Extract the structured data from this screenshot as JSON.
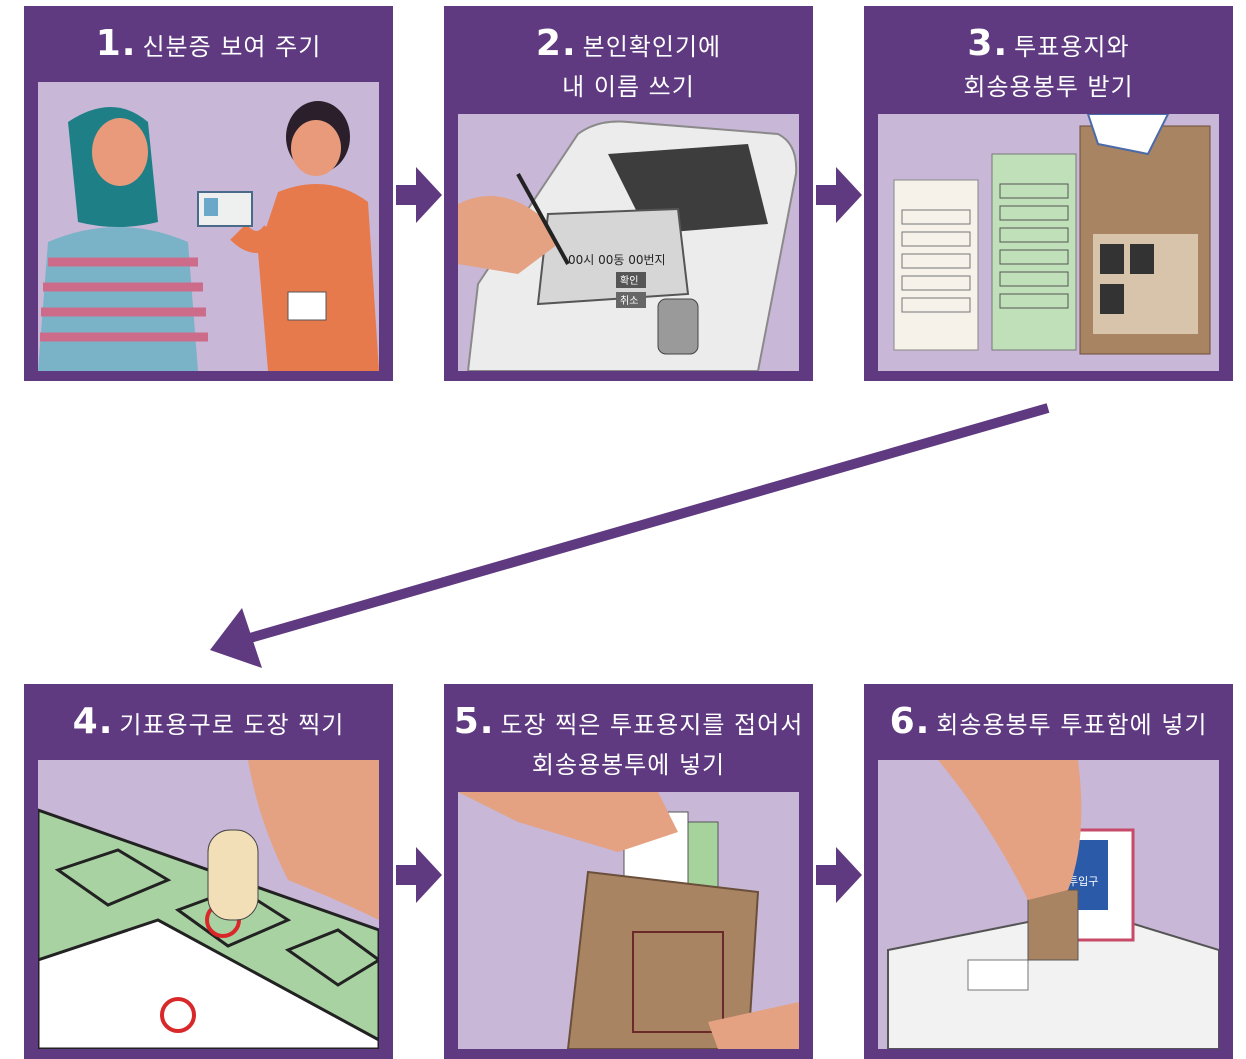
{
  "steps": [
    {
      "number": "1.",
      "lines": [
        "신분증 보여 주기"
      ]
    },
    {
      "number": "2.",
      "lines": [
        "본인확인기에",
        "내 이름 쓰기"
      ]
    },
    {
      "number": "3.",
      "lines": [
        "투표용지와",
        "회송용봉투 받기"
      ]
    },
    {
      "number": "4.",
      "lines": [
        "기표용구로 도장 찍기"
      ]
    },
    {
      "number": "5.",
      "lines": [
        "도장 찍은 투표용지를 접어서",
        "회송용봉투에 넣기"
      ]
    },
    {
      "number": "6.",
      "lines": [
        "회송용봉투 투표함에 넣기"
      ]
    }
  ],
  "illustrations": {
    "card2_screen": "00시 00동 00번지",
    "card2_confirm": "확인",
    "card2_cancel": "취소",
    "card6_slot": "투입구"
  },
  "colors": {
    "frame": "#5f3a80",
    "panel": "#c8b7d6",
    "arrow": "#5f3a80"
  }
}
